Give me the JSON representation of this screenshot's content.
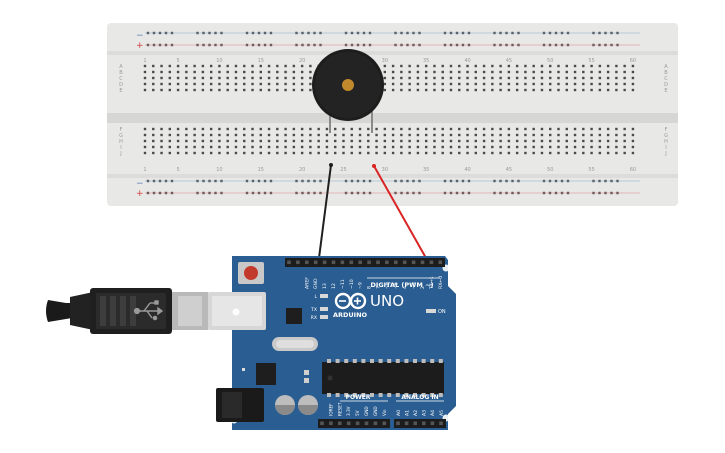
{
  "breadboard": {
    "column_numbers": [
      "1",
      "5",
      "10",
      "15",
      "20",
      "25",
      "30",
      "35",
      "40",
      "45",
      "50",
      "55",
      "60"
    ],
    "row_letters_top": [
      "A",
      "B",
      "C",
      "D",
      "E"
    ],
    "row_letters_bottom": [
      "F",
      "G",
      "H",
      "I",
      "J"
    ],
    "rail_minus": "−",
    "rail_plus": "+"
  },
  "buzzer": {
    "name": "piezo-buzzer"
  },
  "wires": {
    "black_color": "#1f1f1f",
    "red_color": "#d92323"
  },
  "arduino": {
    "logo_text": "ARDUINO",
    "model": "UNO",
    "digital_label": "DIGITAL (PWM ~)",
    "power_label": "POWER",
    "analog_label": "ANALOG IN",
    "on_label": "ON",
    "led_labels": [
      "L",
      "TX",
      "RX"
    ],
    "top_header_pins": [
      "AREF",
      "GND",
      "13",
      "12",
      "~11",
      "~10",
      "~9",
      "8",
      "7",
      "~6",
      "~5",
      "4",
      "~3",
      "2",
      "TX→1",
      "RX←0"
    ],
    "power_pins": [
      "IOREF",
      "RESET",
      "3.3V",
      "5V",
      "GND",
      "GND",
      "Vin"
    ],
    "analog_pins": [
      "A0",
      "A1",
      "A2",
      "A3",
      "A4",
      "A5"
    ],
    "board_color": "#2a5d91",
    "accent_color": "#1c4a78"
  }
}
